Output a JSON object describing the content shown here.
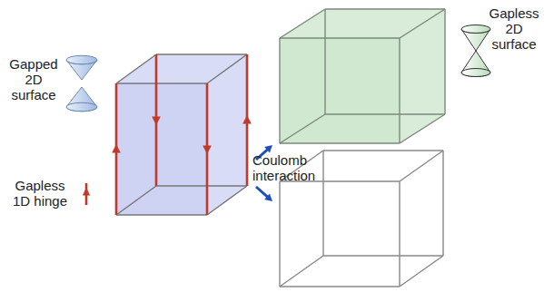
{
  "diagram": {
    "labels": [
      "Gapped 2D surface",
      "Gapless 1D hinge",
      "Coulomb interaction",
      "Gapless 2D surface"
    ]
  }
}
